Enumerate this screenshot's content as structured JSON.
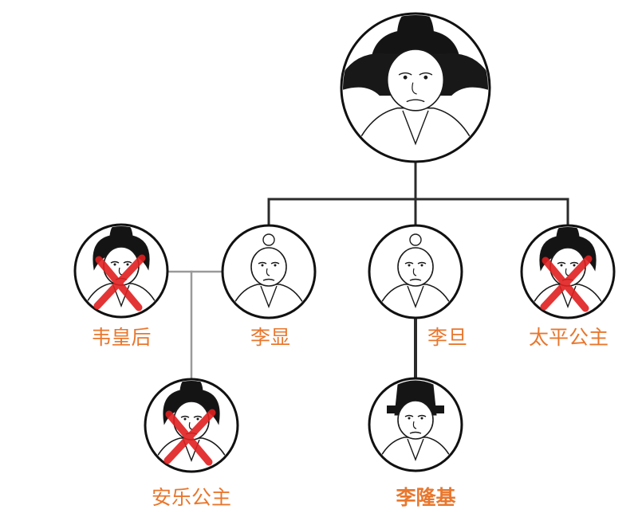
{
  "colors": {
    "label": "#e8772e",
    "line": "#2b2b2b",
    "line_light": "#9a9a9a",
    "cross": "#e02020",
    "portrait_border": "#111111"
  },
  "nodes": {
    "root": {
      "label": "",
      "crossed": false
    },
    "wei_huanghou": {
      "label": "韦皇后",
      "crossed": true
    },
    "li_xian": {
      "label": "李显",
      "crossed": false
    },
    "li_dan": {
      "label": "李旦",
      "crossed": false
    },
    "taiping": {
      "label": "太平公主",
      "crossed": true
    },
    "anle": {
      "label": "安乐公主",
      "crossed": true
    },
    "li_longji": {
      "label": "李隆基",
      "crossed": false
    }
  }
}
